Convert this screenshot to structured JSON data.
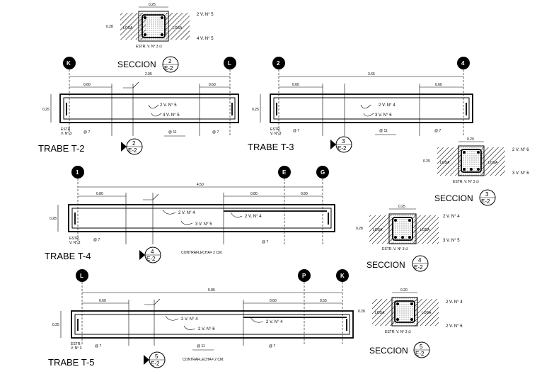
{
  "sections": [
    {
      "id": "s2",
      "title": "SECCION",
      "ref_num": "2",
      "ref_sheet": "E-2",
      "width_label": "0.25",
      "height_label": "0.28",
      "bar_top": "2 V. N° 5",
      "bar_bottom": "4 V. N° 5",
      "stirrup": "ESTR. V. N° 3 ∅",
      "slab_left": "LOSA",
      "slab_right": "LOSA"
    },
    {
      "id": "s3",
      "title": "SECCION",
      "ref_num": "3",
      "ref_sheet": "E-2",
      "width_label": "0.20",
      "height_label": "0.25",
      "bar_top": "2 V. N° 6",
      "bar_bottom": "3 V. N° 6",
      "stirrup": "ESTR. V. N° 3 ∅",
      "slab_left": "LOSA",
      "slab_right": "LOSA"
    },
    {
      "id": "s4",
      "title": "SECCION",
      "ref_num": "4",
      "ref_sheet": "E-2",
      "width_label": "0.25",
      "height_label": "0.28",
      "bar_top": "2 V. N° 4",
      "bar_bottom": "3 V. N° 5",
      "stirrup": "ESTR. V. N° 3 ∅",
      "slab_left": "LOSA",
      "slab_right": "LOSA"
    },
    {
      "id": "s5",
      "title": "SECCION",
      "ref_num": "5",
      "ref_sheet": "E-2",
      "width_label": "0.20",
      "height_label": "0.28",
      "bar_top": "2 V. N° 4",
      "bar_bottom": "2 V. N° 6",
      "stirrup": "ESTR. V. N° 3 ∅",
      "slab_left": "LOSA",
      "slab_right": "LOSA"
    }
  ],
  "beams": [
    {
      "id": "t2",
      "title": "TRABE T-2",
      "axis_left": "K",
      "axis_right": "L",
      "span": "2.05",
      "end_left": "0.60",
      "end_right": "0.60",
      "depth": "0.25",
      "bar_top": "2 V. N° 5",
      "bar_bottom": "4 V. N° 5",
      "stirrup": "ESTR.",
      "stirrup2": "V. N° 3",
      "spacing_left": "@ 7",
      "spacing_mid": "@ 11",
      "spacing_right": "@ 7",
      "ref_num": "2",
      "ref_sheet": "E-2"
    },
    {
      "id": "t3",
      "title": "TRABE T-3",
      "axis_left": "2",
      "axis_right": "4",
      "span": "3.65",
      "end_left": "0.60",
      "end_right": "0.60",
      "depth": "0.25",
      "bar_top": "2 V. N° 4",
      "bar_bottom": "3 V. N° 6",
      "stirrup": "ESTR.",
      "stirrup2": "V. N° 3",
      "spacing_left": "@ 7",
      "spacing_mid": "@ 11",
      "spacing_right": "@ 7",
      "ref_num": "3",
      "ref_sheet": "E-2"
    },
    {
      "id": "t4",
      "title": "TRABE T-4",
      "axis_left": "1",
      "axis_mid": "E",
      "axis_right": "G",
      "span": "4.50",
      "end_left": "0.80",
      "end_mid": "0.80",
      "end_right": "0.80",
      "depth": "0.28",
      "bar_top": "2 V. N° 4",
      "bar_extra": "2 V. N° 4",
      "bar_bottom": "3 V. N° 5",
      "stirrup": "ESTR.",
      "stirrup2": "V. N° 3",
      "spacing_left": "@ 7",
      "spacing_right": "@ 7",
      "camber": "CONTRAFLECHA= 2 CM.",
      "ref_num": "4",
      "ref_sheet": "E-2"
    },
    {
      "id": "t5",
      "title": "TRABE T-5",
      "axis_left": "L",
      "axis_mid": "P",
      "axis_right": "K",
      "span": "5.85",
      "end_left": "0.60",
      "end_mid": "0.60",
      "end_right": "0.55",
      "depth": "0.25",
      "bar_top": "2 V. N° 4",
      "bar_extra": "2 V. N° 4",
      "bar_bottom": "2 V. N° 6",
      "stirrup": "ESTR.",
      "stirrup2": "V. N° 3",
      "spacing_left": "@ 7",
      "spacing_mid": "@ 11",
      "spacing_right": "@ 7",
      "camber": "CONTRAFLECHA= 2 CM.",
      "ref_num": "5",
      "ref_sheet": "E-2"
    }
  ]
}
